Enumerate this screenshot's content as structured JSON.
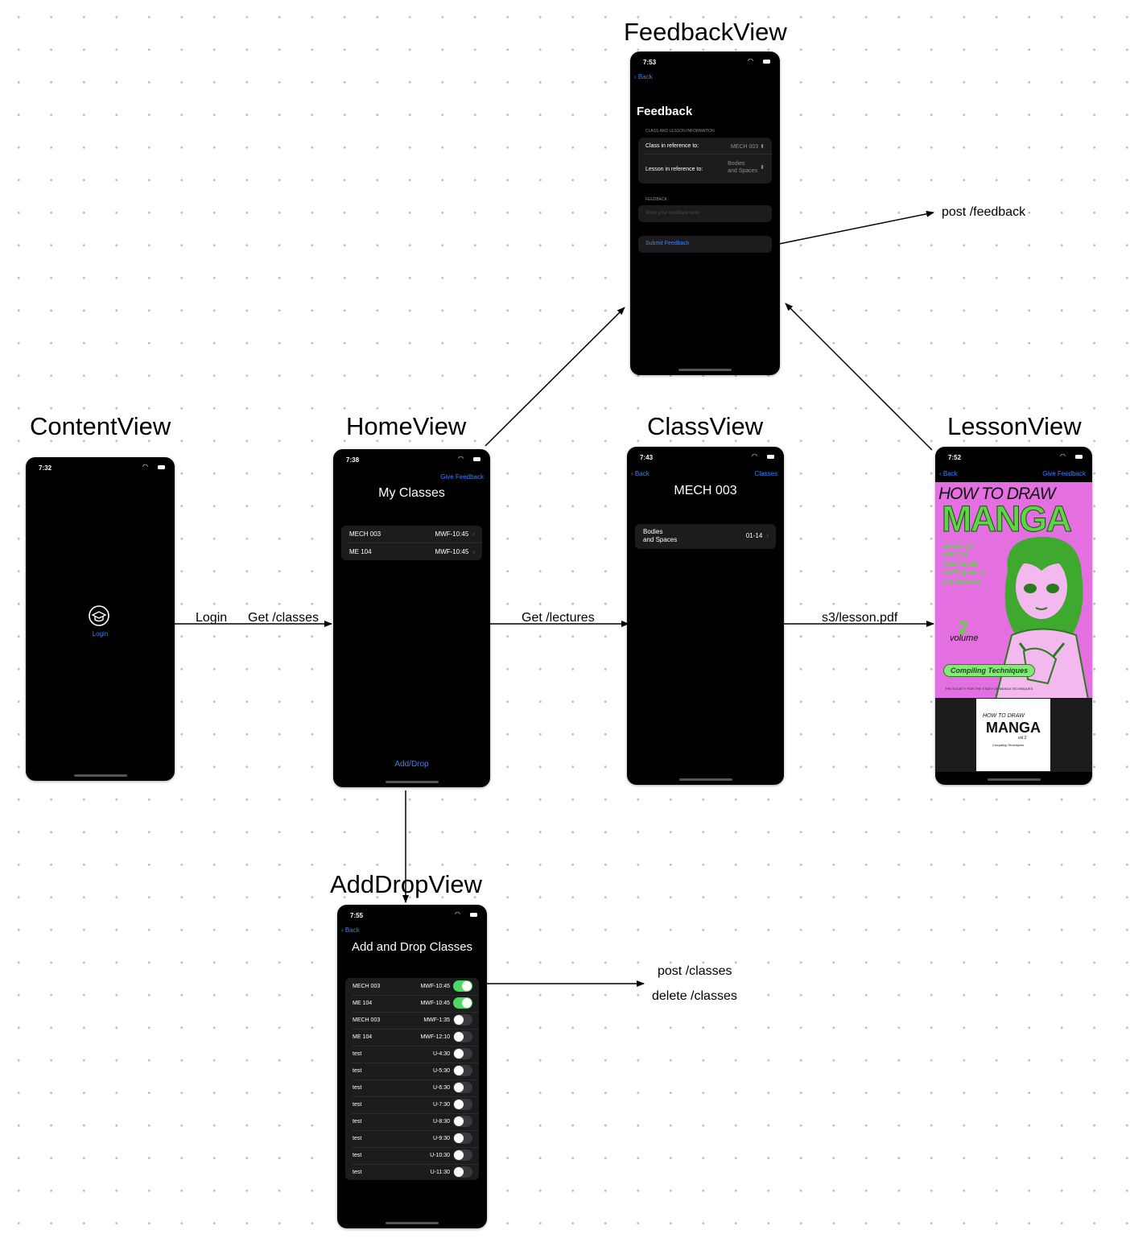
{
  "titles": {
    "content": "ContentView",
    "home": "HomeView",
    "class": "ClassView",
    "lesson": "LessonView",
    "feedback": "FeedbackView",
    "adddrop": "AddDropView"
  },
  "edges": {
    "login": "Login",
    "get_classes": "Get /classes",
    "get_lectures": "Get /lectures",
    "lesson_pdf": "s3/lesson.pdf",
    "post_feedback": "post /feedback",
    "post_classes": "post /classes",
    "delete_classes": "delete /classes"
  },
  "content_view": {
    "time": "7:32",
    "login": "Login"
  },
  "home_view": {
    "time": "7:38",
    "give_feedback": "Give Feedback",
    "title": "My Classes",
    "classes": [
      {
        "name": "MECH 003",
        "time": "MWF-10:45"
      },
      {
        "name": "ME 104",
        "time": "MWF-10:45"
      }
    ],
    "add_drop": "Add/Drop"
  },
  "class_view": {
    "time": "7:43",
    "back": "Back",
    "classes_link": "Classes",
    "title": "MECH 003",
    "lesson_line1": "Bodies",
    "lesson_line2": "and Spaces",
    "lesson_date": "01-14"
  },
  "lesson_view": {
    "time": "7:52",
    "back": "Back",
    "give_feedback": "Give Feedback",
    "cover": {
      "top": "HOW TO DRAW",
      "title": "MANGA",
      "tagline": [
        "Power-Up",
        "MANGA",
        "Techniques",
        "for Beginners",
        "and Beyond"
      ],
      "volume_num": "2",
      "volume_word": "volume",
      "subtitle": "Compiling Techniques",
      "footer": "THE SOCIETY FOR THE STUDY OF MANGA TECHNIQUES"
    },
    "thumb": {
      "top": "HOW TO DRAW",
      "title": "MANGA",
      "vol": "vol.2",
      "subtitle": "Compiling Techniques"
    },
    "colors": {
      "cover_bg": "#e36fe0",
      "cover_green": "#5ed447"
    }
  },
  "feedback_view": {
    "time": "7:53",
    "back": "Back",
    "title": "Feedback",
    "section1": "CLASS AND LESSON INFORMATION",
    "class_label": "Class in reference to:",
    "class_value": "MECH 003",
    "lesson_label": "Lesson in reference to:",
    "lesson_value1": "Bodies",
    "lesson_value2": "and Spaces",
    "section2": "FEEDBACK",
    "placeholder": "Write your feedback here",
    "submit": "Submit Feedback"
  },
  "adddrop_view": {
    "time": "7:55",
    "back": "Back",
    "title": "Add and Drop Classes",
    "rows": [
      {
        "name": "MECH 003",
        "time": "MWF-10:45",
        "on": true
      },
      {
        "name": "ME 104",
        "time": "MWF-10:45",
        "on": true
      },
      {
        "name": "MECH 003",
        "time": "MWF-1:35",
        "on": false
      },
      {
        "name": "ME 104",
        "time": "MWF-12:10",
        "on": false
      },
      {
        "name": "test",
        "time": "U-4:30",
        "on": false
      },
      {
        "name": "test",
        "time": "U-5:30",
        "on": false
      },
      {
        "name": "test",
        "time": "U-6:30",
        "on": false
      },
      {
        "name": "test",
        "time": "U-7:30",
        "on": false
      },
      {
        "name": "test",
        "time": "U-8:30",
        "on": false
      },
      {
        "name": "test",
        "time": "U-9:30",
        "on": false
      },
      {
        "name": "test",
        "time": "U-10:30",
        "on": false
      },
      {
        "name": "test",
        "time": "U-11:30",
        "on": false
      }
    ]
  },
  "colors": {
    "ios_blue": "#3b82f6",
    "toggle_on": "#4cd964",
    "card": "#1c1c1e"
  }
}
